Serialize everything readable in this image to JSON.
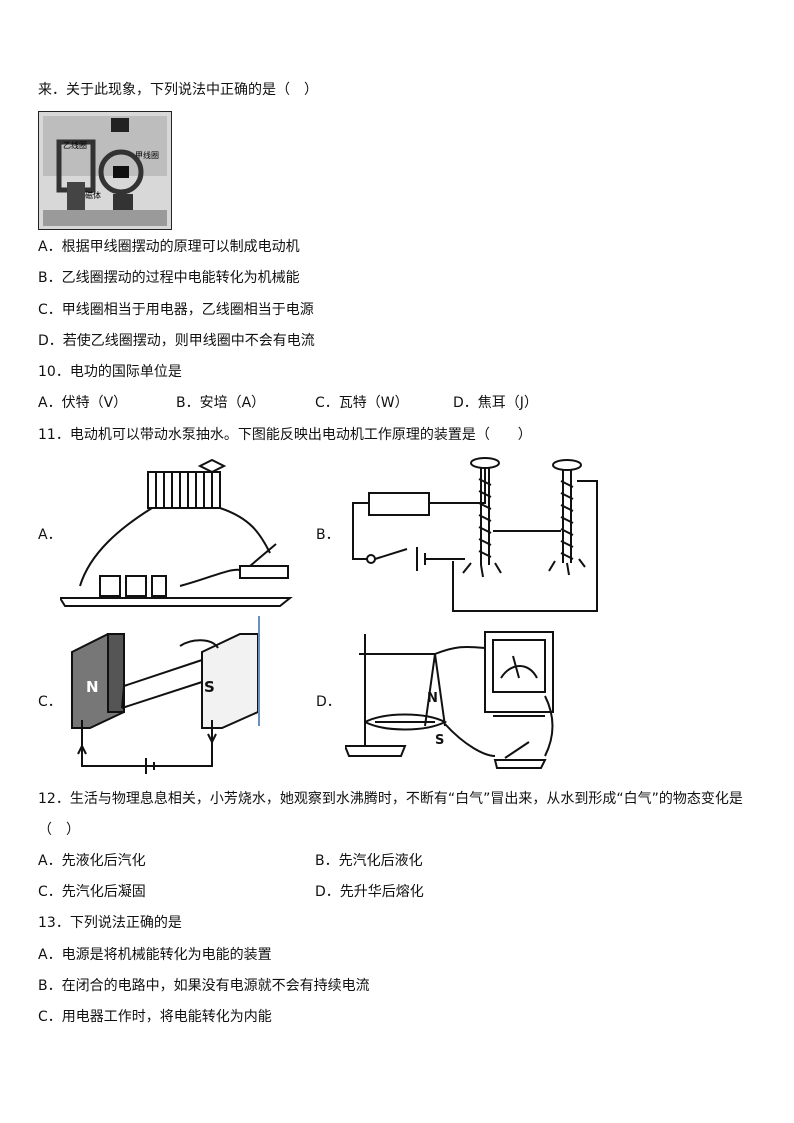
{
  "q9": {
    "tail": "来．关于此现象，下列说法中正确的是（　）",
    "photo_labels": {
      "yi": "乙线圈",
      "jia": "甲线圈",
      "magnet": "磁体"
    },
    "options": [
      "A．根据甲线圈摆动的原理可以制成电动机",
      "B．乙线圈摆动的过程中电能转化为机械能",
      "C．甲线圈相当于用电器，乙线圈相当于电源",
      "D．若使乙线圈摆动，则甲线圈中不会有电流"
    ]
  },
  "q10": {
    "stem": "10．电功的国际单位是",
    "options": [
      "A．伏特（V）",
      "B．安培（A）",
      "C．瓦特（W）",
      "D．焦耳（J）"
    ]
  },
  "q11": {
    "stem": "11．电动机可以带动水泵抽水。下图能反映出电动机工作原理的装置是（　　）",
    "labels": [
      "A．",
      "B．",
      "C．",
      "D．"
    ],
    "magnet_n": "N",
    "magnet_s": "S"
  },
  "q12": {
    "stem_line1": "12．生活与物理息息相关，小芳烧水，她观察到水沸腾时，不断有“白气”冒出来，从水到形成“白气”的物态变化是",
    "stem_line2": "（　）",
    "options": [
      "A．先液化后汽化",
      "B．先汽化后液化",
      "C．先汽化后凝固",
      "D．先升华后熔化"
    ]
  },
  "q13": {
    "stem": "13．下列说法正确的是",
    "options": [
      "A．电源是将机械能转化为电能的装置",
      "B．在闭合的电路中，如果没有电源就不会有持续电流",
      "C．用电器工作时，将电能转化为内能"
    ]
  }
}
